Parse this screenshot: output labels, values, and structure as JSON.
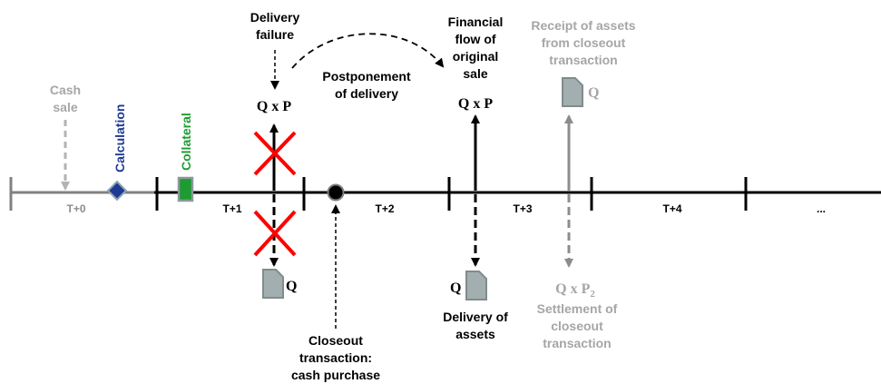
{
  "colors": {
    "black": "#000000",
    "grey": "#8c8c8c",
    "light_grey": "#a6a6a6",
    "calc_blue": "#1f3a93",
    "collateral_green": "#1e9b32",
    "red_cross": "#ff0000",
    "doc_fill": "#a3aeb0",
    "doc_stroke": "#7f8c8d"
  },
  "timeline": {
    "periods": [
      "T+0",
      "T+1",
      "T+2",
      "T+3",
      "T+4",
      "..."
    ]
  },
  "labels": {
    "cash_sale_l1": "Cash",
    "cash_sale_l2": "sale",
    "calculation": "Calculation",
    "collateral": "Collateral",
    "delivery_failure_l1": "Delivery",
    "delivery_failure_l2": "failure",
    "postponement_l1": "Postponement",
    "postponement_l2": "of delivery",
    "financial_flow_l1": "Financial",
    "financial_flow_l2": "flow of",
    "financial_flow_l3": "original",
    "financial_flow_l4": "sale",
    "receipt_l1": "Receipt of assets",
    "receipt_l2": "from closeout",
    "receipt_l3": "transaction",
    "closeout_l1": "Closeout",
    "closeout_l2": "transaction:",
    "closeout_l3": "cash purchase",
    "delivery_assets_l1": "Delivery of",
    "delivery_assets_l2": "assets",
    "settlement_l1": "Settlement of",
    "settlement_l2": "closeout",
    "settlement_l3": "transaction",
    "qxp": "Q x P",
    "qxp2_base": "Q x P",
    "qxp2_sub": "2",
    "q": "Q"
  }
}
